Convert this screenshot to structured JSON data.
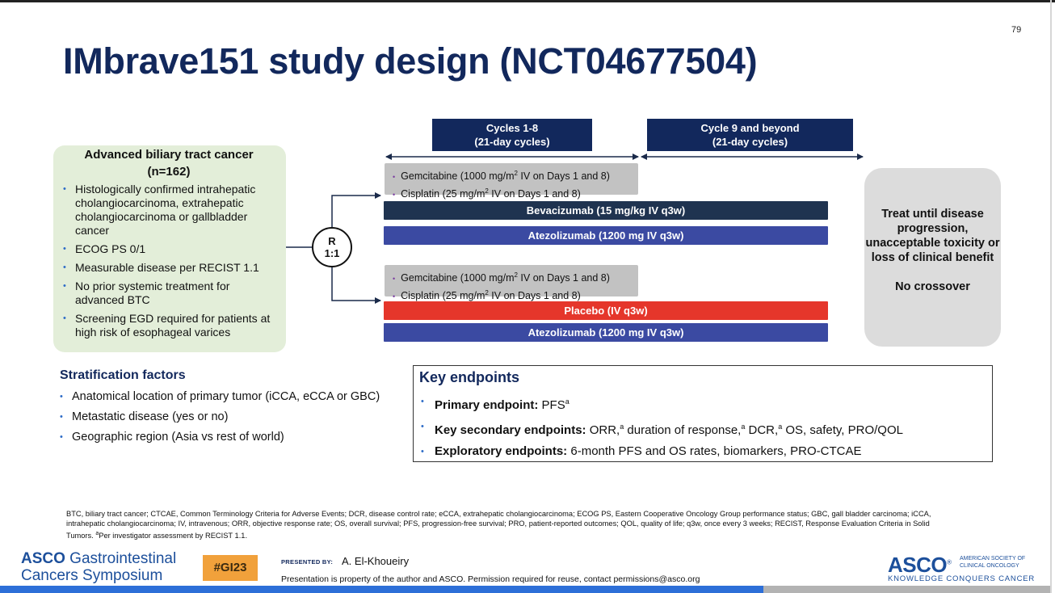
{
  "page_number": "79",
  "title": "IMbrave151 study design (NCT04677504)",
  "phases": {
    "cycles_1_8": {
      "line1": "Cycles 1-8",
      "line2": "(21-day cycles)"
    },
    "cycle_9": {
      "line1": "Cycle 9 and beyond",
      "line2": "(21-day cycles)"
    }
  },
  "population": {
    "title": "Advanced biliary tract cancer",
    "n": "(n=162)",
    "criteria": [
      "Histologically confirmed intrahepatic cholangiocarcinoma, extrahepatic cholangiocarcinoma or gallbladder cancer",
      "ECOG PS 0/1",
      "Measurable disease per RECIST 1.1",
      "No prior systemic treatment for advanced BTC",
      "Screening EGD required for patients at high risk of esophageal varices"
    ]
  },
  "randomization": {
    "line1": "R",
    "line2": "1:1"
  },
  "arm1": {
    "chemo1_pre": "Gemcitabine (1000 mg/m",
    "chemo1_sup": "2",
    "chemo1_post": " IV on Days 1 and 8)",
    "chemo2_pre": "Cisplatin (25 mg/m",
    "chemo2_sup": "2",
    "chemo2_post": " IV on Days 1 and 8)",
    "bar1": "Bevacizumab (15 mg/kg IV q3w)",
    "bar2": "Atezolizumab (1200 mg IV q3w)"
  },
  "arm2": {
    "chemo1_pre": "Gemcitabine (1000 mg/m",
    "chemo1_sup": "2",
    "chemo1_post": " IV on Days 1 and 8)",
    "chemo2_pre": "Cisplatin (25 mg/m",
    "chemo2_sup": "2",
    "chemo2_post": " IV on Days 1 and 8)",
    "bar1": "Placebo (IV q3w)",
    "bar2": "Atezolizumab (1200 mg IV q3w)"
  },
  "treatment_box": {
    "text": "Treat until disease progression, unacceptable toxicity or loss of clinical benefit",
    "no_crossover": "No crossover"
  },
  "stratification": {
    "title": "Stratification factors",
    "items": [
      "Anatomical location of primary tumor (iCCA, eCCA or GBC)",
      "Metastatic disease (yes or no)",
      "Geographic region (Asia vs rest of world)"
    ]
  },
  "endpoints": {
    "title": "Key endpoints",
    "primary_label": "Primary endpoint:",
    "primary_value": " PFS",
    "sec_label": "Key secondary endpoints:",
    "sec_v1": " ORR,",
    "sec_v2": " duration of response,",
    "sec_v3": " DCR,",
    "sec_v4": " OS, safety, PRO/QOL",
    "exp_label": "Exploratory endpoints:",
    "exp_value": " 6-month PFS and OS rates, biomarkers, PRO-CTCAE",
    "footnote_mark": "a"
  },
  "footnote": {
    "text": "BTC, biliary tract cancer; CTCAE, Common Terminology Criteria for Adverse Events; DCR, disease control rate; eCCA, extrahepatic cholangiocarcinoma; ECOG PS, Eastern Cooperative Oncology Group performance status; GBC, gall bladder carcinoma; iCCA, intrahepatic cholangiocarcinoma; IV, intravenous; ORR, objective response rate; OS, overall survival; PFS, progression-free survival; PRO, patient-reported outcomes; QOL, quality of life; q3w, once every 3 weeks; RECIST, Response Evaluation Criteria in Solid Tumors. ",
    "mark": "a",
    "tail": "Per investigator assessment by RECIST 1.1."
  },
  "footer": {
    "gi_prefix": "ASCO",
    "gi_word": " Gastrointestinal",
    "gi_line2": "Cancers Symposium",
    "hashtag": "#GI23",
    "presented_label": "PRESENTED BY:",
    "presenter": "A. El-Khoueiry",
    "property_note": "Presentation is property of the author and ASCO. Permission required for reuse, contact permissions@asco.org",
    "asco": "ASCO",
    "asco_reg": "®",
    "society_line1": "AMERICAN SOCIETY OF",
    "society_line2": "CLINICAL ONCOLOGY",
    "tagline": "KNOWLEDGE CONQUERS CANCER"
  },
  "colors": {
    "navy": "#12285c",
    "green_box": "#e3eed9",
    "placebo_red": "#e5362b",
    "atezo_blue": "#3b4aa2",
    "bev_dark": "#1f3350",
    "gi23_orange": "#f1a13b"
  }
}
